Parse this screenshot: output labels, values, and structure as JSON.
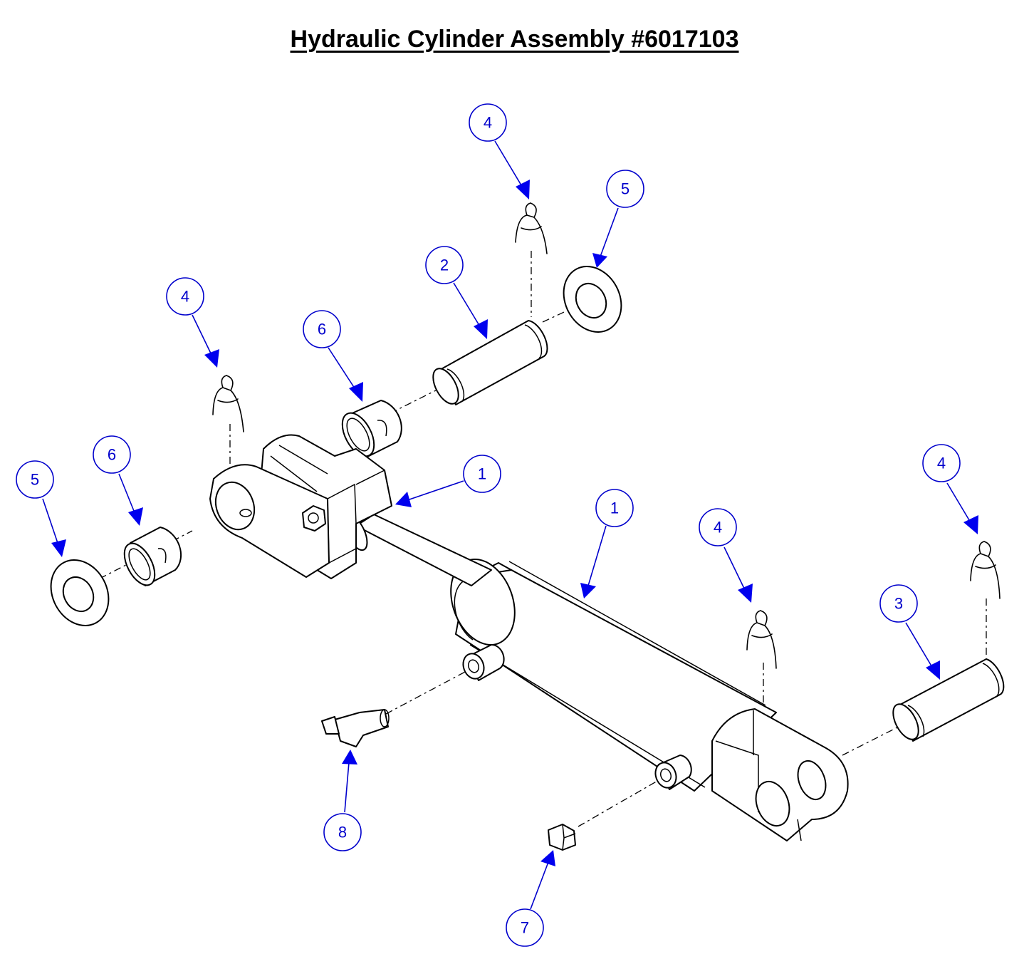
{
  "title": "Hydraulic Cylinder Assembly #6017103",
  "callouts": [
    {
      "id": "c4a",
      "label": "4"
    },
    {
      "id": "c5a",
      "label": "5"
    },
    {
      "id": "c2",
      "label": "2"
    },
    {
      "id": "c4b",
      "label": "4"
    },
    {
      "id": "c6a",
      "label": "6"
    },
    {
      "id": "c6b",
      "label": "6"
    },
    {
      "id": "c5b",
      "label": "5"
    },
    {
      "id": "c1a",
      "label": "1"
    },
    {
      "id": "c1b",
      "label": "1"
    },
    {
      "id": "c4c",
      "label": "4"
    },
    {
      "id": "c4d",
      "label": "4"
    },
    {
      "id": "c3",
      "label": "3"
    },
    {
      "id": "c8",
      "label": "8"
    },
    {
      "id": "c7",
      "label": "7"
    }
  ],
  "colors": {
    "callout": "#0000cc",
    "arrow": "#0000ee",
    "line": "#000000"
  }
}
